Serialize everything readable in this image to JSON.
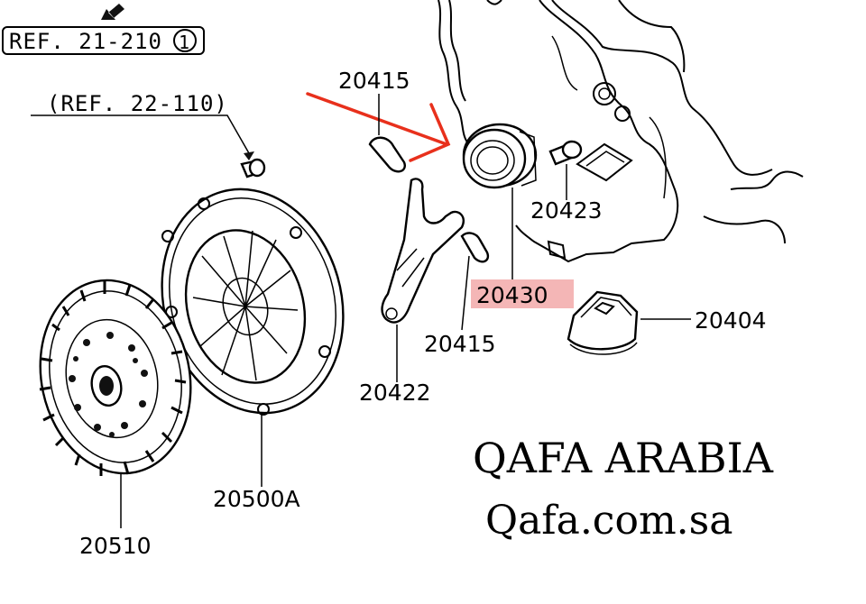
{
  "refs": {
    "ref_21_210": "REF. 21-210",
    "ref_21_210_circled": "1",
    "ref_22_110": "(REF. 22-110)"
  },
  "parts": {
    "p20415_top": "20415",
    "p20423": "20423",
    "p20430": "20430",
    "p20404": "20404",
    "p20415_bottom": "20415",
    "p20422": "20422",
    "p20500A": "20500A",
    "p20510": "20510"
  },
  "watermark": {
    "line1": "QAFA ARABIA",
    "line2": "Qafa.com.sa"
  },
  "colors": {
    "highlight": "#f4b6b6",
    "arrow": "#e8301c",
    "ink": "#000000"
  },
  "highlighted_part": "20430"
}
